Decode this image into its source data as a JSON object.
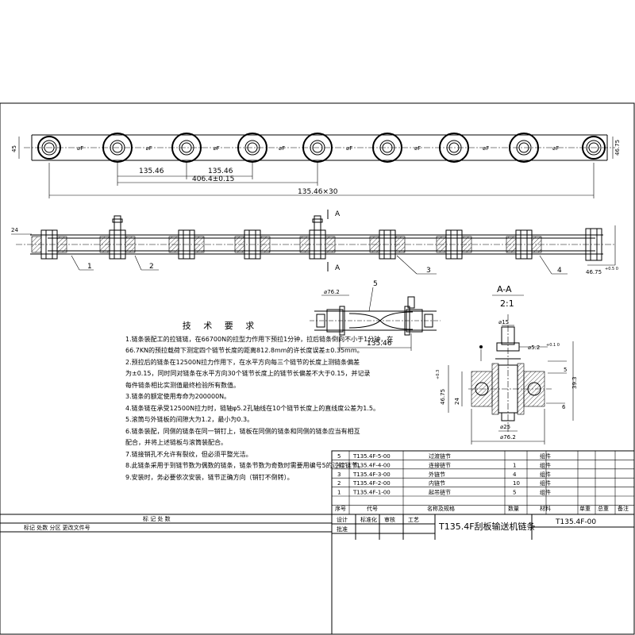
{
  "top_view": {
    "pitch_1": "135.46",
    "pitch_2": "135.46",
    "span_3": "406.4±0.15",
    "overall": "135.46×30",
    "left_dim": "45",
    "right_dim": "46.75",
    "hole_symbol": "⌀F"
  },
  "side_view": {
    "left_dim": "24",
    "right_dim": "46.75",
    "right_tol": "+0.5 0",
    "section_mark": "A",
    "callouts": [
      "1",
      "2",
      "3",
      "4"
    ]
  },
  "detail": {
    "callout": "5",
    "diameter": "⌀76.2",
    "pitch": "135.46"
  },
  "section": {
    "title": "A-A",
    "scale": "2:1",
    "d_top": "⌀15",
    "d_pin": "⌀5.2",
    "d_pin_tol": "+0.1 0",
    "d_roller": "⌀25",
    "d_outer": "⌀76.2",
    "h1": "46.75",
    "h1_tol": "+0.3",
    "h2": "24",
    "h3": "39.3",
    "w1": "5",
    "w2": "6"
  },
  "notes": {
    "title": "技 术 要 求",
    "items": [
      "1.链条装配工的拉链链，在66700N的拉型力作用下预拉1分钟，拉后链条倒向不小于1分钟，在",
      "66.7KN的预拉载荷下测定四个链节长度的距离812.8mm的许长度误差±0.35mm。",
      "2.预拉后的链条在12500N拉力作用下，在水平方向每三个链节的长度上测链条偏差",
      "为±0.15，同时同对链条在水平方向30个链节长度上的链节长偏差不大于0.15，并记录",
      "每件链条相比实测值最终检验所有数值。",
      "3.链条的额定使用寿命为200000N。",
      "4.链条链在承受12500N拉力时，链轴φ5.2孔轴线在10个链节长度上的直线度公差为1.5。",
      "5.滚筒与外链板的间隙大为1.2，最小为0.3。",
      "6.链条装配，同侧的链条在同一销钉上，链板在同侧的链条和同侧的链条应当有相互",
      "配合，并将上述链板与滚筒装配合。",
      "7.链接销孔不允许有裂纹，但必须平整光洁。",
      "8.此链条采用于到链节数为偶数的链条，链条节数为奇数时需要用编号5的过渡链节。",
      "9.安装时，务必要依次安装，链节正确方向（销钉不倒转）。"
    ]
  },
  "bom": {
    "rows": [
      {
        "no": "5",
        "code": "T135.4F-5-00",
        "name": "过渡链节",
        "qty": "",
        "material": "组件"
      },
      {
        "no": "4",
        "code": "T135.4F-4-00",
        "name": "连接链节",
        "qty": "1",
        "material": "组件"
      },
      {
        "no": "3",
        "code": "T135.4F-3-00",
        "name": "外链节",
        "qty": "4",
        "material": "组件"
      },
      {
        "no": "2",
        "code": "T135.4F-2-00",
        "name": "内链节",
        "qty": "10",
        "material": "组件"
      },
      {
        "no": "1",
        "code": "T135.4F-1-00",
        "name": "起吊链节",
        "qty": "5",
        "material": "组件"
      }
    ],
    "header": [
      "序号",
      "代号",
      "名称及规格",
      "数量",
      "材料",
      "单重",
      "总重",
      "备注"
    ]
  },
  "title_block": {
    "drawing_no": "T135.4F-00",
    "title": "T135.4F刮板输送机链条",
    "labels": [
      "设计",
      "标准化",
      "审核",
      "工艺",
      "批准"
    ],
    "change_log": "标 记 处 数",
    "change_row": "标记 处数 分区 更改文件号"
  }
}
